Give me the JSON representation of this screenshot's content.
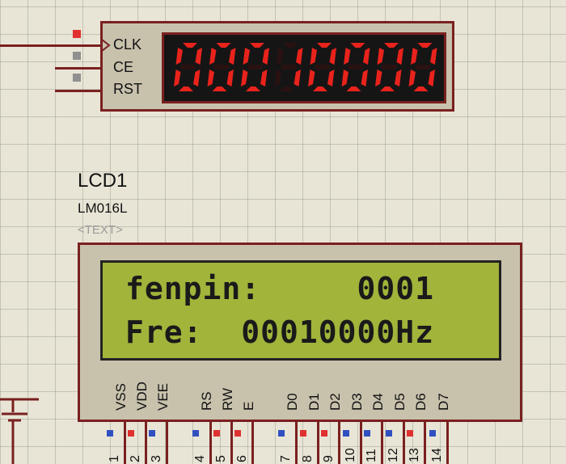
{
  "counter": {
    "pins": [
      "CLK",
      "CE",
      "RST"
    ],
    "display_value": "00010000",
    "pin_colors": [
      "#e03030",
      "#909090",
      "#909090"
    ]
  },
  "lcd": {
    "ref": "LCD1",
    "model": "LM016L",
    "text_placeholder": "<TEXT>",
    "line1": "fenpin:     0001",
    "line2": "Fre:  00010000Hz",
    "pins": [
      {
        "label": "VSS",
        "num": "1",
        "color": "#3050c0"
      },
      {
        "label": "VDD",
        "num": "2",
        "color": "#e03030"
      },
      {
        "label": "VEE",
        "num": "3",
        "color": "#3050c0"
      },
      {
        "label": "RS",
        "num": "4",
        "color": "#3050c0"
      },
      {
        "label": "RW",
        "num": "5",
        "color": "#e03030"
      },
      {
        "label": "E",
        "num": "6",
        "color": "#e03030"
      },
      {
        "label": "D0",
        "num": "7",
        "color": "#3050c0"
      },
      {
        "label": "D1",
        "num": "8",
        "color": "#e03030"
      },
      {
        "label": "D2",
        "num": "9",
        "color": "#e03030"
      },
      {
        "label": "D3",
        "num": "10",
        "color": "#3050c0"
      },
      {
        "label": "D4",
        "num": "11",
        "color": "#3050c0"
      },
      {
        "label": "D5",
        "num": "12",
        "color": "#3050c0"
      },
      {
        "label": "D6",
        "num": "13",
        "color": "#e03030"
      },
      {
        "label": "D7",
        "num": "14",
        "color": "#3050c0"
      }
    ]
  },
  "colors": {
    "segment_on": "#e8231c",
    "segment_off": "#2a1212",
    "lcd_background": "#a2b43a",
    "component_border": "#7a2020",
    "canvas": "#e8e5d6"
  }
}
